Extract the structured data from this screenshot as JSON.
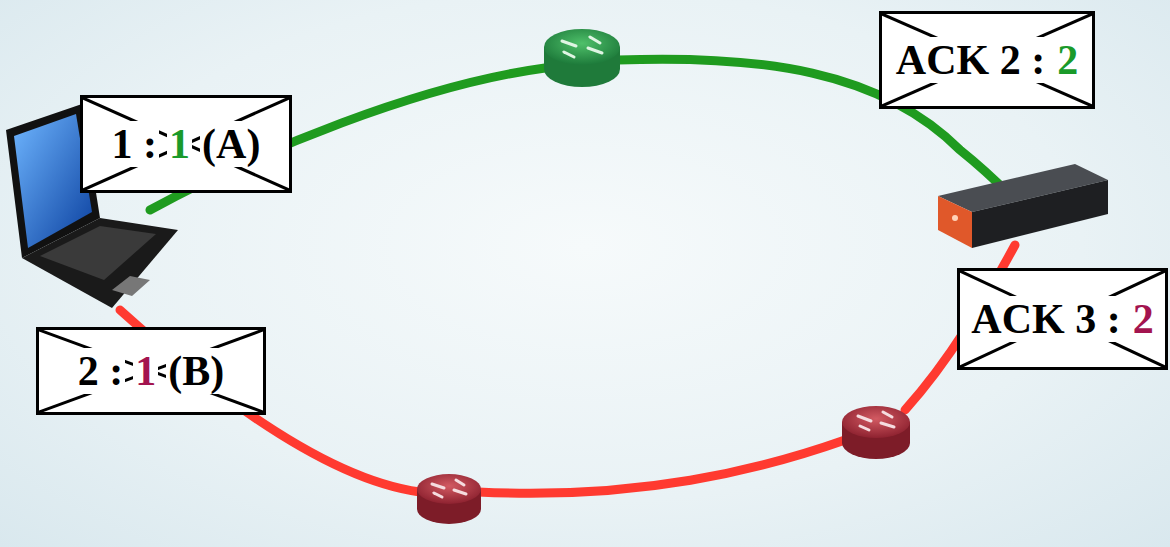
{
  "diagram": {
    "nodes": [
      {
        "text": [
          "1 :",
          "1",
          "(A)"
        ]
      },
      {
        "text": [
          "ACK 2 :",
          "2"
        ]
      },
      {
        "text": [
          "2 :",
          "1",
          "(B)"
        ]
      },
      {
        "text": [
          "ACK 3 :",
          "2"
        ]
      }
    ]
  }
}
